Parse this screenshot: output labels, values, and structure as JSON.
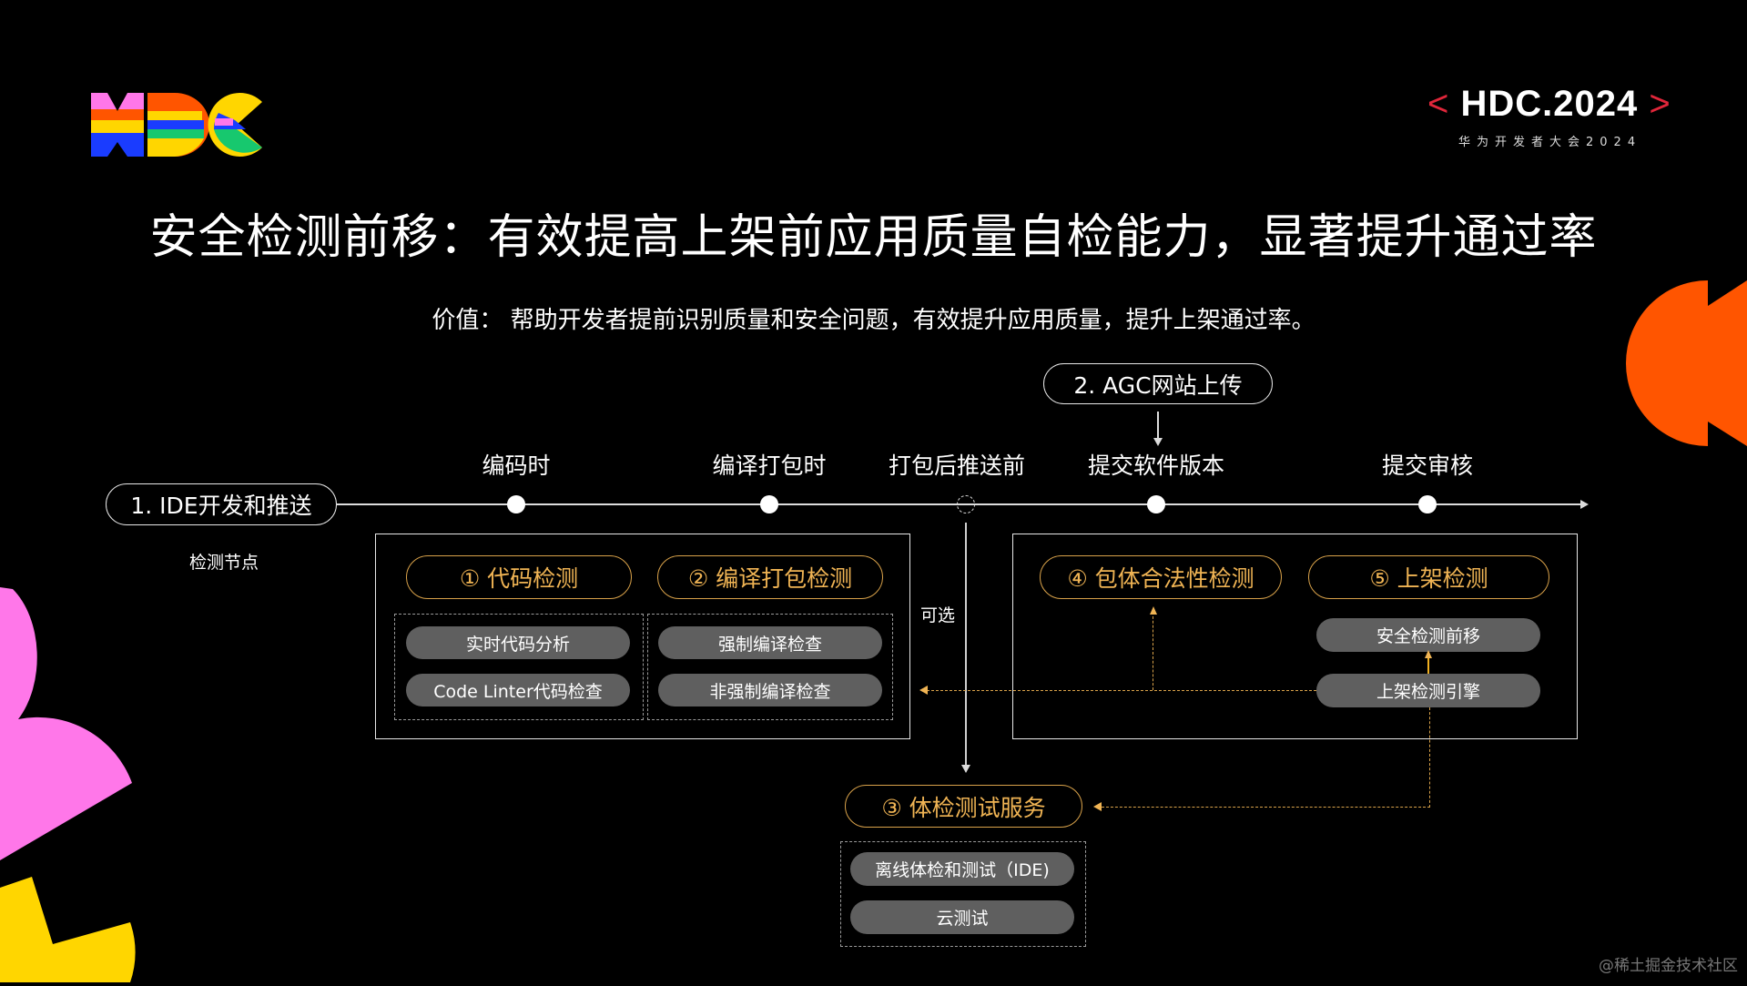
{
  "logo": {
    "text": "HDC",
    "colors": [
      "#ff77e9",
      "#ff5500",
      "#ffd600",
      "#1a3cff",
      "#17c86e"
    ]
  },
  "badge": {
    "bracket_left": "<",
    "name": "HDC.2024",
    "bracket_right": ">",
    "subtitle": "华为开发者大会2024",
    "accent": "#e0263a"
  },
  "title": "安全检测前移：有效提高上架前应用质量自检能力，显著提升通过率",
  "subtitle": "价值： 帮助开发者提前识别质量和安全问题，有效提升应用质量，提升上架通过率。",
  "diagram": {
    "entry_points": {
      "ide": "1. IDE开发和推送",
      "agc": "2. AGC网站上传"
    },
    "timeline_caption": "检测节点",
    "stages": [
      {
        "label": "编码时",
        "node": "solid"
      },
      {
        "label": "编译打包时",
        "node": "solid"
      },
      {
        "label": "打包后推送前",
        "node": "dashed"
      },
      {
        "label": "提交软件版本",
        "node": "solid"
      },
      {
        "label": "提交审核",
        "node": "solid"
      }
    ],
    "optional_label": "可选",
    "checks": [
      {
        "title": "① 代码检测",
        "items": [
          "实时代码分析",
          "Code Linter代码检查"
        ]
      },
      {
        "title": "② 编译打包检测",
        "items": [
          "强制编译检查",
          "非强制编译检查"
        ]
      },
      {
        "title": "③ 体检测试服务",
        "items": [
          "离线体检和测试（IDE)",
          "云测试"
        ]
      },
      {
        "title": "④ 包体合法性检测",
        "items": []
      },
      {
        "title": "⑤ 上架检测",
        "items": [
          "安全检测前移",
          "上架检测引擎"
        ]
      }
    ],
    "colors": {
      "gold": "#f0b454",
      "pill_gray": "#5f5f5f",
      "line": "#dddddd"
    }
  },
  "watermark": "@稀土掘金技术社区"
}
